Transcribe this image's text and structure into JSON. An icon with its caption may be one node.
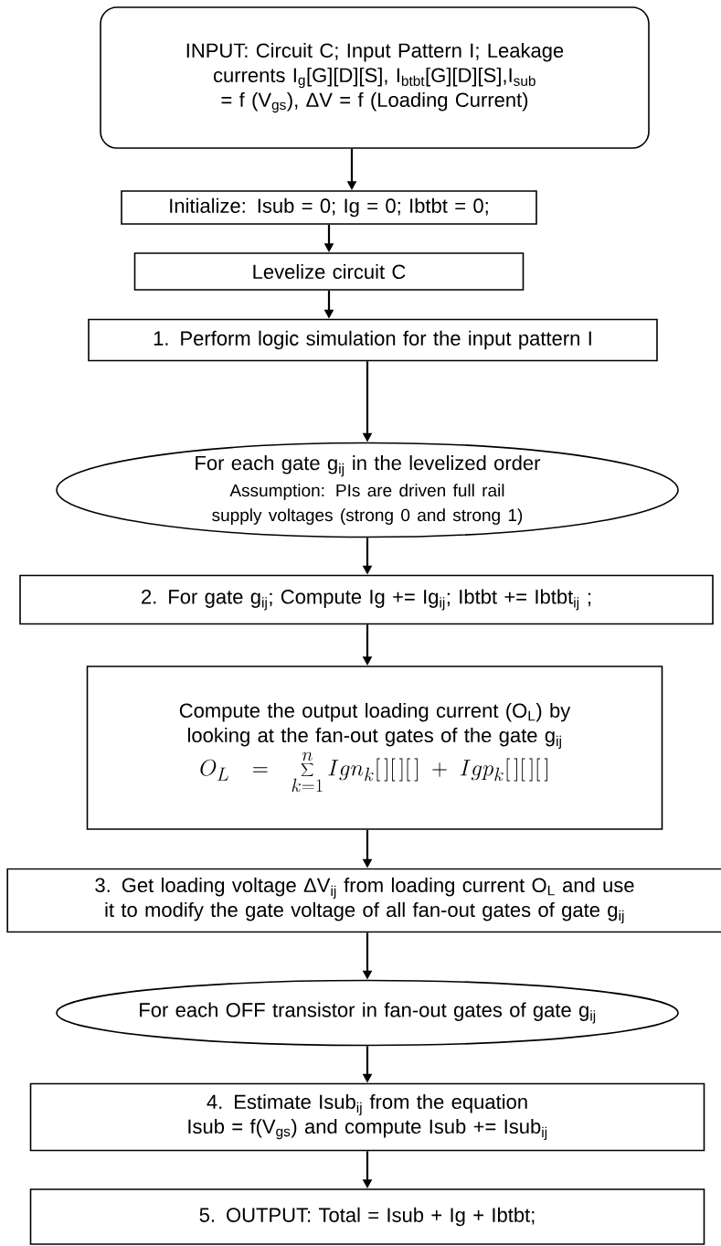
{
  "diagram": {
    "nodes": [
      {
        "text": [
          "INPUT: Circuit C; Input Pattern I; Leakage currents I$_{g}$[G][D][S], I$_{btbt}$[G][D][S],I$_{sub}$ = f (V$_{gs}$), ΔV = f (Loading Current)"
        ]
      },
      {
        "text": [
          "Initialize: Isub = 0; Ig = 0; Ibtbt = 0;"
        ]
      },
      {
        "text": [
          "Levelize circuit C"
        ]
      },
      {
        "text": [
          "1.  Perform logic simulation for the input pattern I"
        ]
      },
      {
        "text": [
          "For each gate g$_{ij}$ in the levelized order",
          "Assumption: PIs are driven full rail supply voltages (strong 0 and strong 1)"
        ]
      },
      {
        "text": [
          "2.  For gate g$_{ij}$; Compute Ig += Ig$_{ij}$; Ibtbt += Ibtbt$_{ij}$ ;"
        ]
      },
      {
        "text": [
          "Compute the output loading current  (O$_{L}$) by looking at the fan-out gates of the gate g$_{ij}$",
          "O_L = \\sum_{k=1}^{n} Ign_k[\\,][\\,][\\,] + Igp_k[\\,][\\,][\\,]"
        ]
      },
      {
        "text": [
          "3.   Get loading voltage ΔV$_{ij}$ from loading current O$_{L}$ and use it to modify the gate voltage of all fan-out gates of gate g$_{ij}$"
        ]
      },
      {
        "text": [
          "For each OFF transistor in fan-out gates of gate g$_{ij}$"
        ]
      },
      {
        "text": [
          "4.  Estimate Isub$_{ij}$ from the equation Isub = f(V$_{gs}$) and compute Isub += Isub$_{ij}$"
        ]
      },
      {
        "text": [
          "5.  OUTPUT: Total = Isub + Ig + Ibtbt;"
        ]
      }
    ],
    "edges": [
      {
        "from": 0,
        "to": 1,
        "arrow": "to"
      },
      {
        "from": 1,
        "to": 2,
        "arrow": "to"
      },
      {
        "from": 2,
        "to": 3,
        "arrow": "to"
      },
      {
        "from": 3,
        "to": 4,
        "arrow": "to"
      },
      {
        "from": 4,
        "to": 5,
        "arrow": "to"
      },
      {
        "from": 5,
        "to": 6,
        "arrow": "to"
      },
      {
        "from": 6,
        "to": 7,
        "arrow": "to"
      },
      {
        "from": 7,
        "to": 8,
        "arrow": "to"
      },
      {
        "from": 8,
        "to": 9,
        "arrow": "to"
      },
      {
        "from": 9,
        "to": 10,
        "arrow": "to"
      }
    ]
  }
}
